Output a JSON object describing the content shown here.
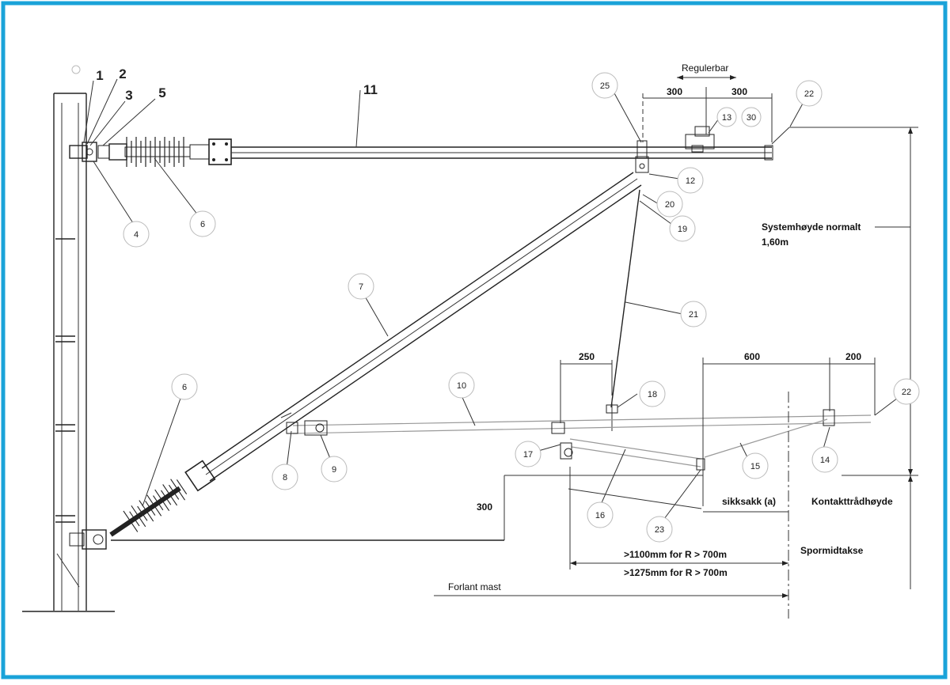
{
  "colors": {
    "frame": "#1aa3d9",
    "line": "#222222",
    "light": "#999999"
  },
  "callouts": [
    {
      "id": "c1",
      "text": "1"
    },
    {
      "id": "c2",
      "text": "2"
    },
    {
      "id": "c3",
      "text": "3"
    },
    {
      "id": "c5",
      "text": "5"
    },
    {
      "id": "c11",
      "text": "11"
    },
    {
      "id": "c25",
      "text": "25"
    },
    {
      "id": "c13",
      "text": "13"
    },
    {
      "id": "c30",
      "text": "30"
    },
    {
      "id": "c22a",
      "text": "22"
    },
    {
      "id": "c12",
      "text": "12"
    },
    {
      "id": "c20",
      "text": "20"
    },
    {
      "id": "c19",
      "text": "19"
    },
    {
      "id": "c4",
      "text": "4"
    },
    {
      "id": "c6a",
      "text": "6"
    },
    {
      "id": "c7",
      "text": "7"
    },
    {
      "id": "c21",
      "text": "21"
    },
    {
      "id": "c6b",
      "text": "6"
    },
    {
      "id": "c10",
      "text": "10"
    },
    {
      "id": "c18",
      "text": "18"
    },
    {
      "id": "c22b",
      "text": "22"
    },
    {
      "id": "c8",
      "text": "8"
    },
    {
      "id": "c9",
      "text": "9"
    },
    {
      "id": "c17",
      "text": "17"
    },
    {
      "id": "c15",
      "text": "15"
    },
    {
      "id": "c14",
      "text": "14"
    },
    {
      "id": "c16",
      "text": "16"
    },
    {
      "id": "c23",
      "text": "23"
    }
  ],
  "dimensions": {
    "d300_left": "300",
    "d300_right": "300",
    "d250": "250",
    "d600": "600",
    "d200": "200",
    "d300_low": "300"
  },
  "labels": {
    "regulerbar": "Regulerbar",
    "systemhoyde_1": "Systemhøyde normalt",
    "systemhoyde_2": "1,60m",
    "sikksakk": "sikksakk (a)",
    "kontakttrad": "Kontakttrådhøyde",
    "spormidtakse": "Spormidtakse",
    "r1100": ">1100mm for R > 700m",
    "r1275": ">1275mm for R > 700m",
    "forlant": "Forlant mast"
  }
}
